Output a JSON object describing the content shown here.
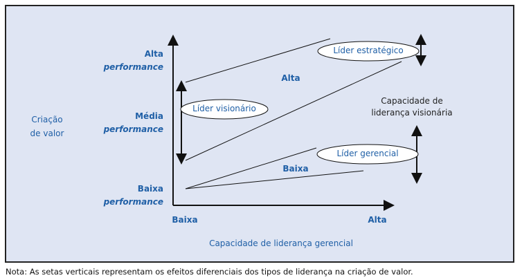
{
  "y_axis": {
    "title": [
      "Criação",
      "de valor"
    ],
    "levels": [
      {
        "label": "Alta",
        "sub": "performance"
      },
      {
        "label": "Média",
        "sub": "performance"
      },
      {
        "label": "Baixa",
        "sub": "performance"
      }
    ]
  },
  "x_axis": {
    "title": "Capacidade de liderança gerencial",
    "low": "Baixa",
    "high": "Alta"
  },
  "visionary": {
    "title": [
      "Capacidade de",
      "liderança visionária"
    ],
    "high": "Alta",
    "low": "Baixa"
  },
  "leaders": [
    "Líder estratégico",
    "Líder visionário",
    "Líder gerencial"
  ],
  "note": "Nota: As setas verticais representam os efeitos diferenciais dos tipos de liderança na criação de valor.",
  "colors": {
    "accent": "#1f5fa6",
    "background": "#dfe5f3"
  }
}
